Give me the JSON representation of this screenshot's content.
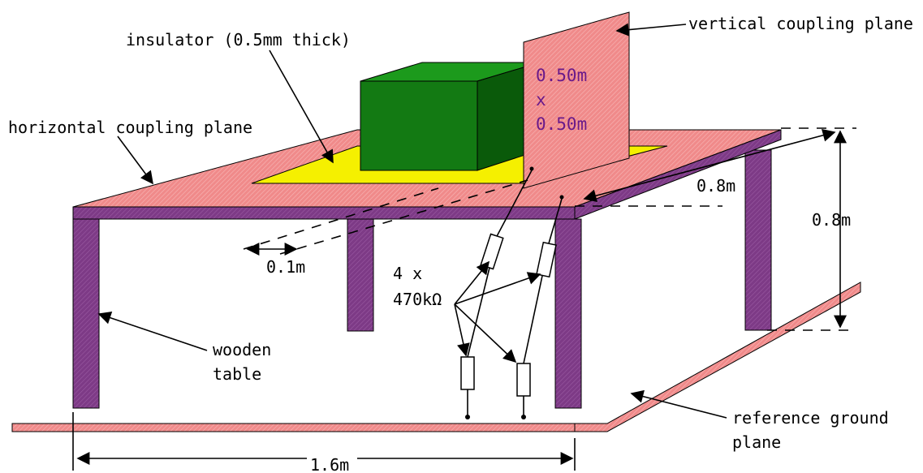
{
  "colors": {
    "plane_pink": "#f08a8a",
    "plane_stripe": "#f7b2b2",
    "table_purple": "#7d3a86",
    "table_purple_dark": "#5a2062",
    "insulator_yellow": "#f5f000",
    "box_green": "#137a13",
    "box_green_dark": "#0a5a0a",
    "text_purple": "#6a1a8a"
  },
  "labels": {
    "vertical_plane": "vertical coupling plane",
    "insulator": "insulator (0.5mm thick)",
    "horizontal_plane": "horizontal coupling plane",
    "vcp_size_1": "0.50m",
    "vcp_size_x": "x",
    "vcp_size_2": "0.50m",
    "dim_table_depth": "0.8m",
    "dim_table_height": "0.8m",
    "dim_offset": "0.1m",
    "resistor_count": "4 x",
    "resistor_value": "470kΩ",
    "wooden_1": "wooden",
    "wooden_2": "table",
    "ref_ground_1": "reference ground",
    "ref_ground_2": "plane",
    "dim_table_width": "1.6m"
  }
}
